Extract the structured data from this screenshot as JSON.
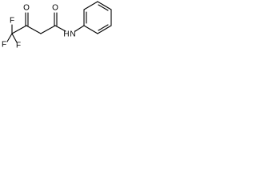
{
  "molecule": {
    "atoms": {
      "f_top": "F",
      "f_left": "F",
      "f_bottom": "F",
      "o_ketone": "O",
      "o_amide": "O",
      "n_amide": "N",
      "h_amide": "H"
    }
  }
}
